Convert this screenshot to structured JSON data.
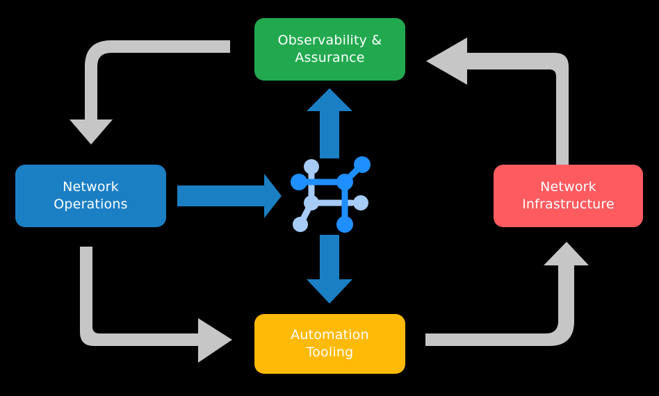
{
  "diagram": {
    "type": "cycle-diagram",
    "background_color": "#000000",
    "nodes": [
      {
        "id": "observability",
        "label": "Observability &\nAssurance",
        "color": "#22a94f",
        "text_color": "#ffffff",
        "position": "top"
      },
      {
        "id": "operations",
        "label": "Network\nOperations",
        "color": "#1b7fc4",
        "text_color": "#ffffff",
        "position": "left"
      },
      {
        "id": "infrastructure",
        "label": "Network\nInfrastructure",
        "color": "#fd5b5f",
        "text_color": "#ffffff",
        "position": "right"
      },
      {
        "id": "automation",
        "label": "Automation\nTooling",
        "color": "#ffba08",
        "text_color": "#ffffff",
        "position": "bottom"
      }
    ],
    "center_icon": {
      "name": "network-topology-icon",
      "color_primary": "#1f8fff",
      "color_secondary": "#a6cbf5"
    },
    "arrows": {
      "inward_color": "#1b7fc4",
      "cycle_color": "#c6c6c6",
      "inward": [
        {
          "id": "operations-to-center",
          "direction": "right"
        },
        {
          "id": "center-to-observability",
          "direction": "up"
        },
        {
          "id": "center-to-automation",
          "direction": "down"
        }
      ],
      "cycle": [
        {
          "id": "observability-to-operations",
          "corner": "top-left",
          "direction": "down"
        },
        {
          "id": "infrastructure-to-observability",
          "corner": "top-right",
          "direction": "left"
        },
        {
          "id": "operations-to-automation",
          "corner": "bottom-left",
          "direction": "right"
        },
        {
          "id": "automation-to-infrastructure",
          "corner": "bottom-right",
          "direction": "up"
        }
      ]
    }
  }
}
